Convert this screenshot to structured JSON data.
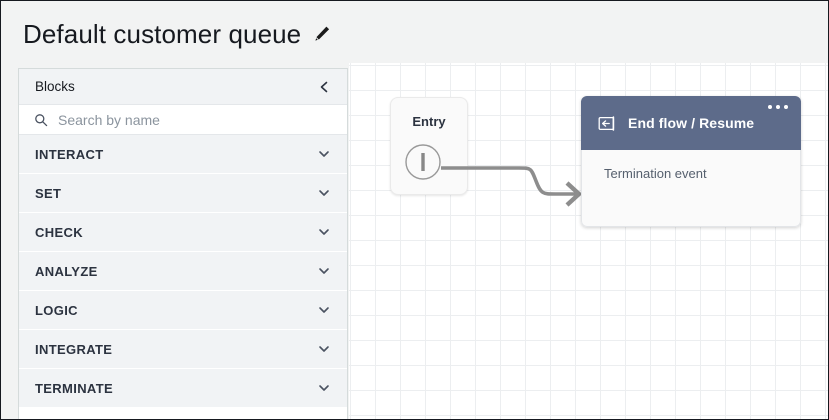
{
  "header": {
    "title": "Default customer queue",
    "edit_icon": "pencil-icon"
  },
  "sidebar": {
    "panel_title": "Blocks",
    "collapse_icon": "chevron-left-icon",
    "search": {
      "icon": "search-icon",
      "placeholder": "Search by name",
      "value": ""
    },
    "categories": [
      {
        "label": "INTERACT",
        "icon": "chevron-down-icon"
      },
      {
        "label": "SET",
        "icon": "chevron-down-icon"
      },
      {
        "label": "CHECK",
        "icon": "chevron-down-icon"
      },
      {
        "label": "ANALYZE",
        "icon": "chevron-down-icon"
      },
      {
        "label": "LOGIC",
        "icon": "chevron-down-icon"
      },
      {
        "label": "INTEGRATE",
        "icon": "chevron-down-icon"
      },
      {
        "label": "TERMINATE",
        "icon": "chevron-down-icon"
      }
    ]
  },
  "canvas": {
    "entry_node": {
      "label": "Entry",
      "port_icon": "output-port-icon"
    },
    "connector": {
      "icon": "arrow-connector-icon"
    },
    "end_flow_node": {
      "icon": "end-flow-icon",
      "title": "End flow / Resume",
      "menu_icon": "kebab-menu-icon",
      "body_text": "Termination event"
    }
  },
  "colors": {
    "node_header": "#5d6b8a",
    "page_background": "#f2f3f3",
    "canvas_grid": "#eceef0",
    "title_text": "#16191f",
    "category_text": "#2c3340",
    "connector": "#8d8d8d"
  }
}
